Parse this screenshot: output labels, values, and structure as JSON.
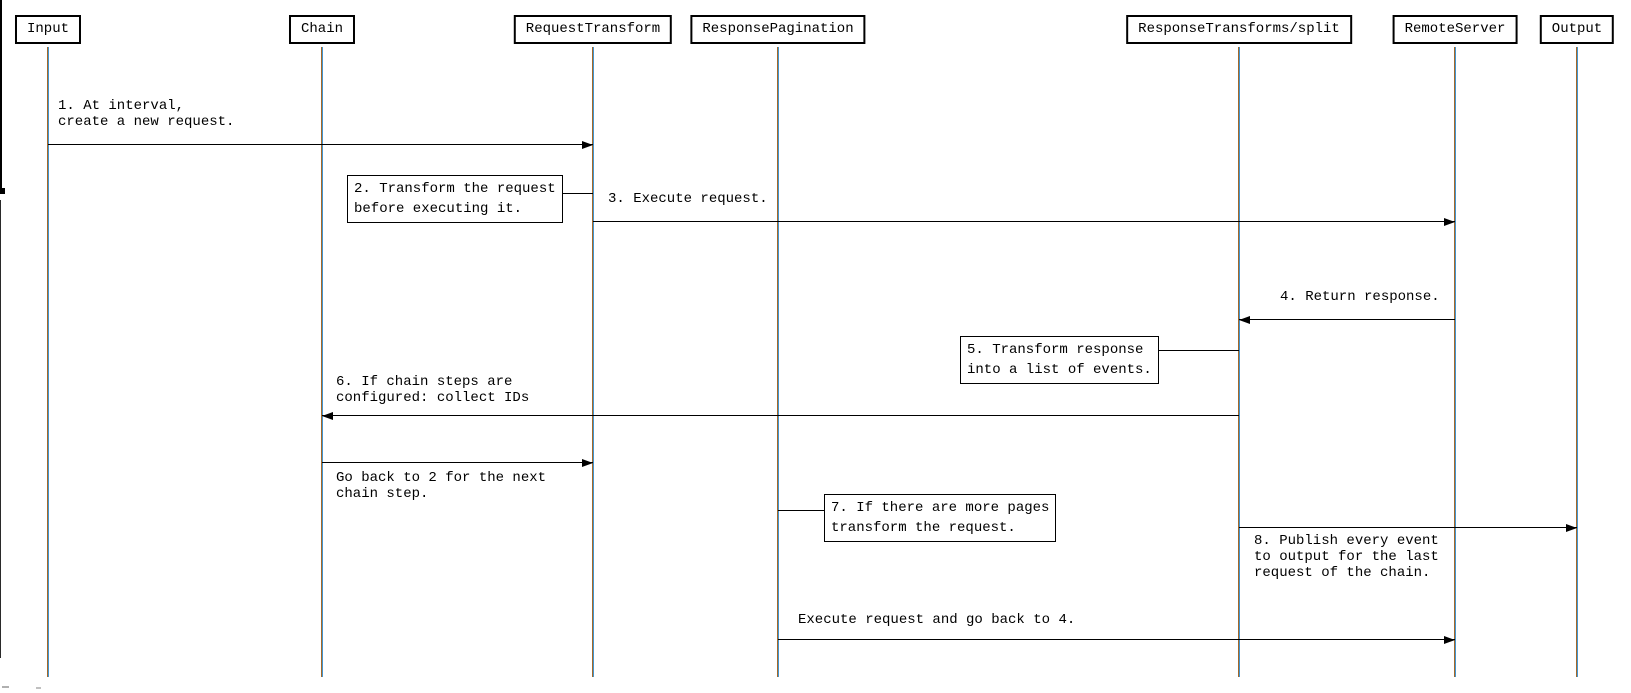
{
  "diagram": {
    "type": "sequence-diagram",
    "background_color": "#ffffff",
    "line_color": "#000000",
    "lifeline_subpixel_colors": {
      "left": "#a3682a",
      "right": "#4495cf"
    },
    "participants": [
      {
        "label": "Input"
      },
      {
        "label": "Chain"
      },
      {
        "label": "RequestTransform"
      },
      {
        "label": "ResponsePagination"
      },
      {
        "label": "ResponseTransforms/split"
      },
      {
        "label": "RemoteServer"
      },
      {
        "label": "Output"
      }
    ],
    "messages": [
      {
        "text": "1. At interval,\ncreate a new request.",
        "from": "Input",
        "to": "RequestTransform"
      },
      {
        "text": "3. Execute request.",
        "from": "RequestTransform",
        "to": "RemoteServer"
      },
      {
        "text": "4. Return response.",
        "from": "RemoteServer",
        "to": "ResponseTransforms/split"
      },
      {
        "text": "6. If chain steps are\nconfigured: collect IDs",
        "from": "ResponseTransforms/split",
        "to": "Chain"
      },
      {
        "text": "Go back to 2 for the next\nchain step.",
        "from": "Chain",
        "to": "RequestTransform"
      },
      {
        "text": "8. Publish every event\nto output for the last\nrequest of the chain.",
        "from": "ResponseTransforms/split",
        "to": "Output"
      },
      {
        "text": "Execute request and go back to 4.",
        "from": "ResponsePagination",
        "to": "RemoteServer"
      }
    ],
    "notes": [
      {
        "text": "2. Transform the request\nbefore executing it.",
        "attached_to": "RequestTransform"
      },
      {
        "text": "5. Transform response\ninto a list of events.",
        "attached_to": "ResponseTransforms/split"
      },
      {
        "text": "7. If there are more pages\ntransform the request.",
        "attached_to": "ResponsePagination"
      }
    ]
  }
}
